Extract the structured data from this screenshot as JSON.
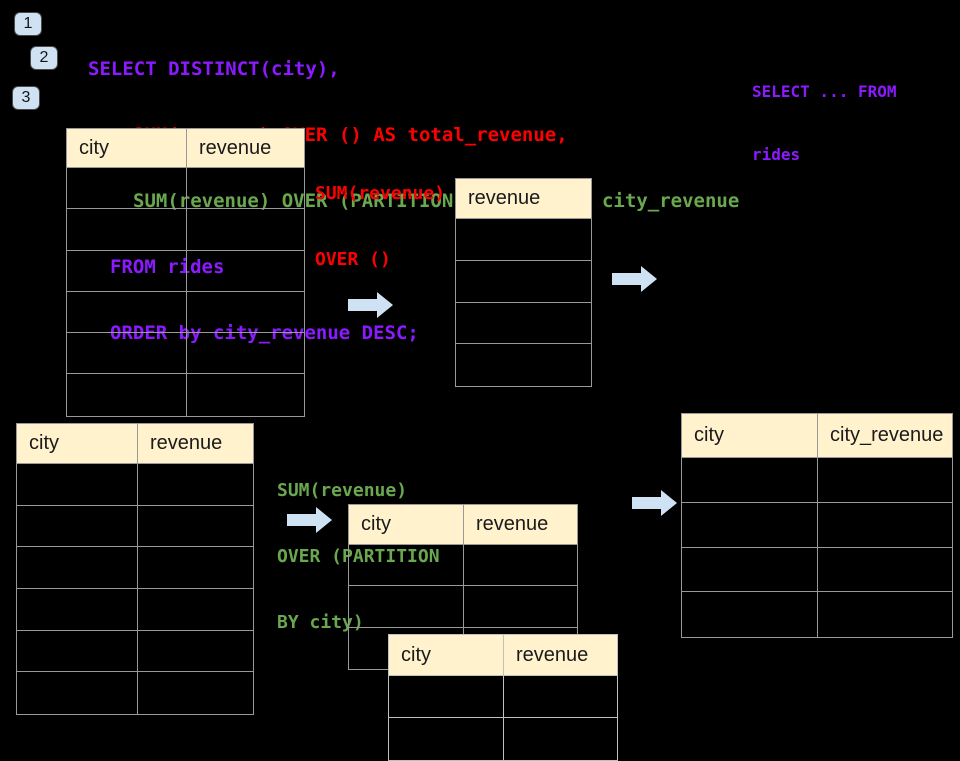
{
  "colors": {
    "bg": "#000000",
    "code_purple": "#8c1aff",
    "code_red": "#fe0000",
    "code_green": "#6aa84f",
    "table_header_bg": "#fff2cc",
    "table_border": "#999999",
    "overlay_border": "#c0c0c0",
    "arrow_blue": "#cfe2f3"
  },
  "steps": [
    "1",
    "2",
    "3"
  ],
  "sql": {
    "lines": [
      {
        "text": "SELECT DISTINCT(city),"
      },
      {
        "text": "SUM(revenue) OVER () AS total_revenue,"
      },
      {
        "text": "SUM(revenue) OVER (PARTITION BY city) as city_revenue"
      },
      {
        "text": "FROM rides"
      },
      {
        "text": "ORDER by city_revenue DESC;"
      }
    ],
    "side_lines": [
      {
        "text": "SELECT ... FROM"
      },
      {
        "text": "rides"
      }
    ]
  },
  "annotations": {
    "total_revenue": {
      "lines": [
        "SUM(revenue)",
        "OVER ()"
      ]
    },
    "partition": {
      "lines": [
        "SUM(revenue)",
        "OVER (PARTITION",
        "BY city)"
      ]
    }
  },
  "tables": {
    "source_top": {
      "headers": [
        "city",
        "revenue"
      ],
      "body_rows": 6
    },
    "total_result": {
      "headers": [
        "revenue"
      ],
      "body_rows": 4
    },
    "source_bottom": {
      "headers": [
        "city",
        "revenue"
      ],
      "body_rows": 6
    },
    "partition_source": {
      "headers": [
        "city",
        "revenue"
      ],
      "body_rows": 3
    },
    "partition_overlay": {
      "headers": [
        "city",
        "revenue"
      ],
      "body_rows": 2
    },
    "partition_result": {
      "headers": [
        "city",
        "city_revenue"
      ],
      "body_rows": 4
    }
  }
}
